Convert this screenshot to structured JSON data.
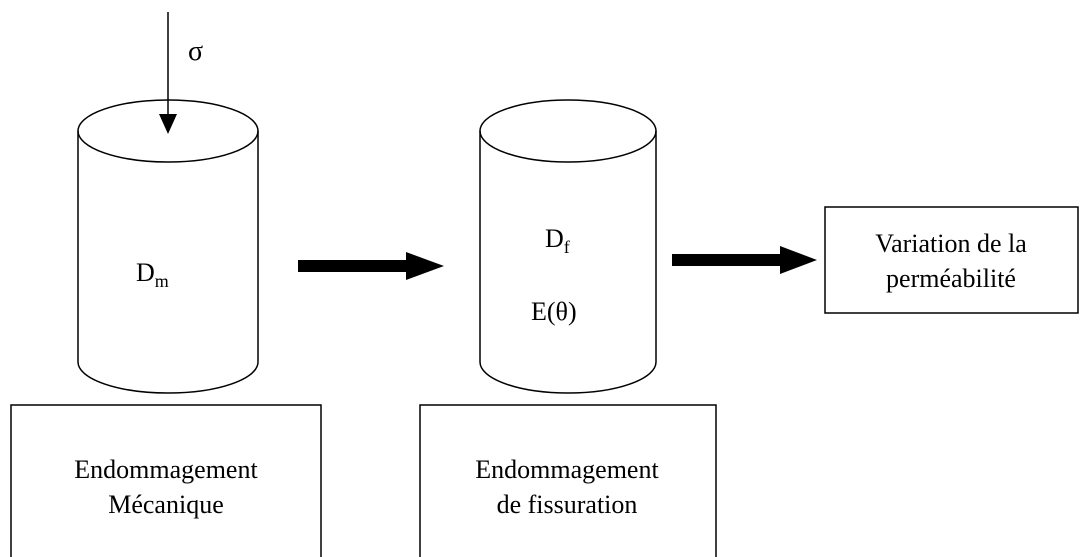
{
  "stress_symbol": "σ",
  "cylinder1": {
    "label_main": "D",
    "label_sub": "m"
  },
  "cylinder2": {
    "label_main": "D",
    "label_sub": "f",
    "label_line2": "E(θ)"
  },
  "box_mechanical": {
    "line1": "Endommagement",
    "line2": "Mécanique"
  },
  "box_cracking": {
    "line1": "Endommagement",
    "line2": "de fissuration"
  },
  "box_permeability": {
    "line1": "Variation de la",
    "line2": "perméabilité"
  },
  "colors": {
    "stroke": "#000000",
    "background": "#ffffff"
  }
}
